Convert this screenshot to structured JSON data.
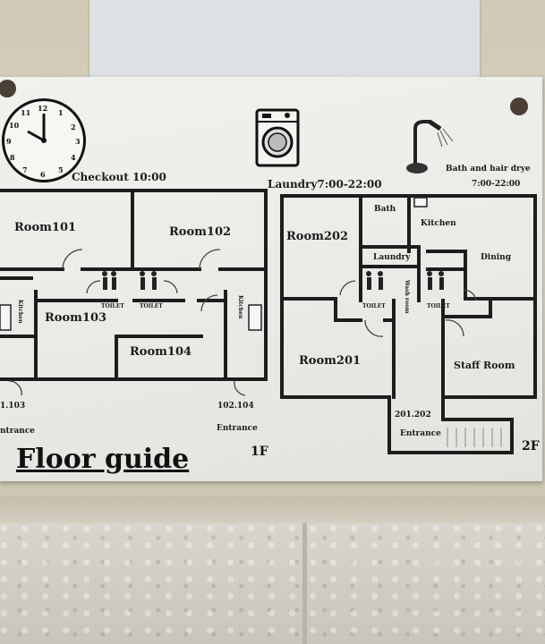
{
  "guide": {
    "checkout": "Checkout 10:00",
    "laundry_hours": "Laundry7:00-22:00",
    "bath_title": "Bath and hair drye",
    "bath_hours": "7:00-22:00",
    "title": "Floor guide"
  },
  "floor1": {
    "marker": "1F",
    "rooms": {
      "r101": "Room101",
      "r102": "Room102",
      "r103": "Room103",
      "r104": "Room104"
    },
    "kitchen_left": "Kitchen",
    "kitchen_right": "Kitchen",
    "toilet_1": "TOILET",
    "toilet_2": "TOILET",
    "left_entrance_label": "1.103",
    "left_entrance": "ntrance",
    "right_entrance_label": "102.104",
    "right_entrance": "Entrance"
  },
  "floor2": {
    "marker": "2F",
    "rooms": {
      "r201": "Room201",
      "r202": "Room202",
      "staff": "Staff Room"
    },
    "bath": "Bath",
    "kitchen": "Kitchen",
    "laundry": "Laundry",
    "dining": "Dining",
    "wash_room": "Wash room",
    "toilet_1": "TOILET",
    "toilet_2": "TOILET",
    "entrance_label": "201.202",
    "entrance": "Entrance"
  },
  "clock_numbers": [
    "12",
    "1",
    "2",
    "3",
    "4",
    "5",
    "6",
    "7",
    "8",
    "9",
    "10",
    "11"
  ],
  "icons": [
    "clock-icon",
    "washing-machine-icon",
    "shower-icon",
    "toilet-pictogram-icon",
    "stairs-icon"
  ]
}
